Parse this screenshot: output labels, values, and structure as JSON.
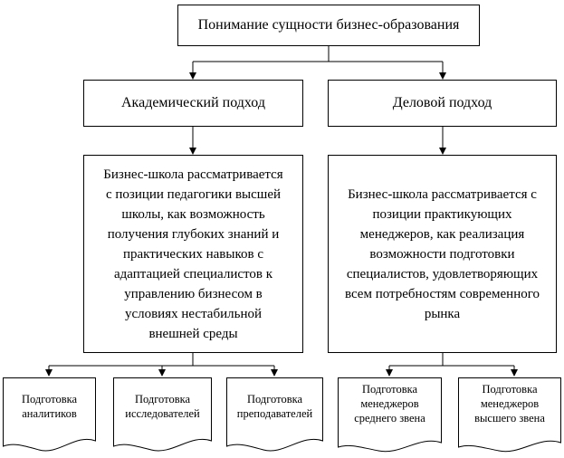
{
  "root": {
    "label": "Понимание сущности бизнес-образования"
  },
  "approaches": [
    {
      "title": "Академический подход",
      "description": "Бизнес-школа рассматривается\nс позиции педагогики высшей\nшколы, как возможность\nполучения глубоких знаний и\nпрактических навыков с\nадаптацией специалистов к\nуправлению бизнесом в\nусловиях нестабильной\nвнешней среды",
      "outcomes": [
        "Подготовка\nаналитиков",
        "Подготовка\nисследователей",
        "Подготовка\nпреподавателей"
      ]
    },
    {
      "title": "Деловой подход",
      "description": "Бизнес-школа рассматривается с\nпозиции практикующих\nменеджеров, как реализация\nвозможности подготовки\nспециалистов, удовлетворяющих\nвсем потребностям современного\nрынка",
      "outcomes": [
        "Подготовка\nменеджеров\nсреднего звена",
        "Подготовка\nменеджеров\nвысшего звена"
      ]
    }
  ]
}
